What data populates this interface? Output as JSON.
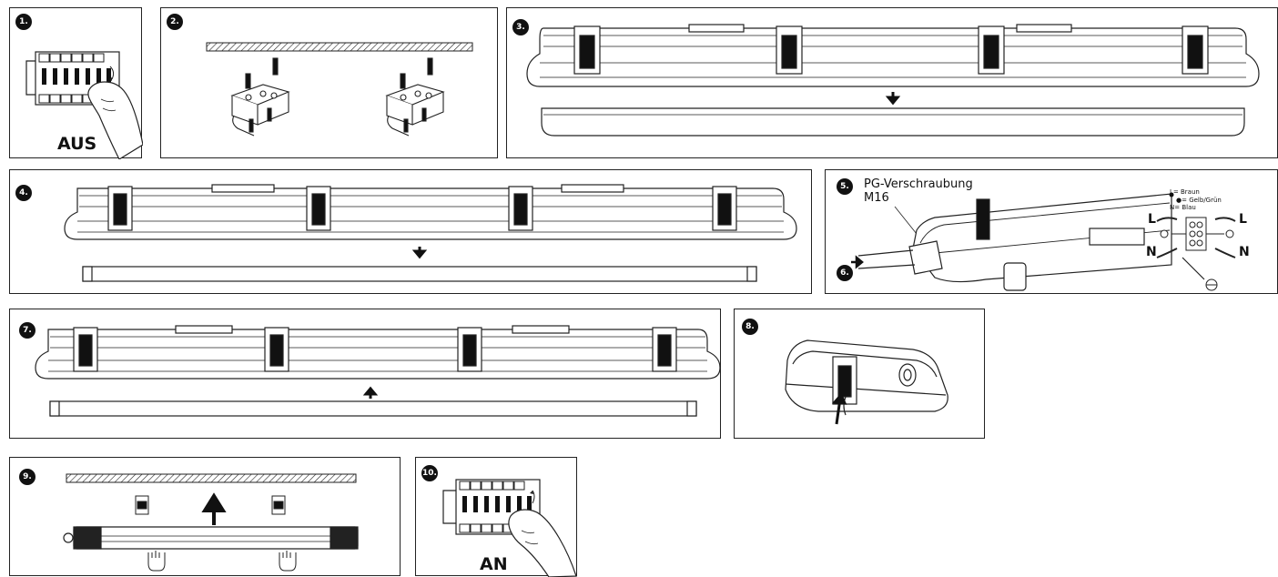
{
  "steps": {
    "s1": "1.",
    "s2": "2.",
    "s3": "3.",
    "s4": "4.",
    "s5": "5.",
    "s6": "6.",
    "s7": "7.",
    "s8": "8.",
    "s9": "9.",
    "s10": "10."
  },
  "step1": {
    "switch_label": "AUS"
  },
  "step10": {
    "switch_label": "AN"
  },
  "step5": {
    "gland_line1": "PG-Verschraubung",
    "gland_line2": "M16",
    "legend": {
      "brown": "L= Braun",
      "ground": "= Gelb/Grün",
      "blue": "N= Blau"
    },
    "wire_labels": {
      "l_left": "L",
      "l_right": "L",
      "n_left": "N",
      "n_right": "N"
    }
  },
  "colors": {
    "line": "#222222",
    "ink": "#111111",
    "background": "#ffffff"
  }
}
